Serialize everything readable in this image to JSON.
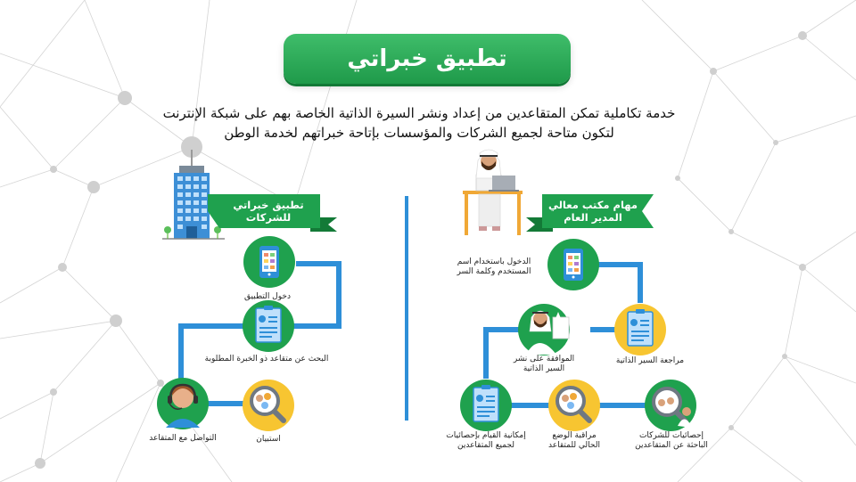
{
  "title": "تطبيق خبراتي",
  "intro": {
    "line1": "خدمة تكاملية تمكن المتقاعدين من إعداد ونشر السيرة الذاتية الخاصة بهم على شبكة الإنترنت",
    "line2": "لتكون متاحة لجميع الشركات والمؤسسات بإتاحة خبراتهم لخدمة الوطن"
  },
  "left": {
    "ribbon_line1": "تطبيق خبراتي",
    "ribbon_line2": "للشركات",
    "steps": [
      {
        "label": "دخول التطبيق",
        "icon": "phone-app-icon"
      },
      {
        "label": "البحث عن متقاعد ذو الخبرة المطلوبة",
        "icon": "resume-icon"
      },
      {
        "label": "استبيان",
        "icon": "people-search-icon"
      },
      {
        "label": "التواصل مع المتقاعد",
        "icon": "headset-agent-icon"
      }
    ]
  },
  "right": {
    "ribbon_line1": "مهام مكتب معالي",
    "ribbon_line2": "المدير العام",
    "steps": [
      {
        "label_line1": "الدخول باستخدام اسم",
        "label_line2": "المستخدم وكلمة السر",
        "icon": "phone-app-icon"
      },
      {
        "label_line1": "مراجعة السير الذاتية",
        "label_line2": "",
        "icon": "resume-icon"
      },
      {
        "label_line1": "الموافقة على نشر",
        "label_line2": "السير الذاتية",
        "icon": "approver-man-icon"
      },
      {
        "label_line1": "إحصائيات للشركات",
        "label_line2": "الباحثة عن المتقاعدين",
        "icon": "men-search-icon"
      },
      {
        "label_line1": "مراقبة الوضع",
        "label_line2": "الحالي للمتقاعد",
        "icon": "people-search-icon"
      },
      {
        "label_line1": "إمكانية القيام بإحصائيات",
        "label_line2": "لجميع المتقاعدين",
        "icon": "resume-icon"
      }
    ]
  },
  "colors": {
    "green": "#1fa14e",
    "dark_green": "#137a37",
    "blue": "#2e8fd8",
    "yellow": "#f7c531"
  }
}
